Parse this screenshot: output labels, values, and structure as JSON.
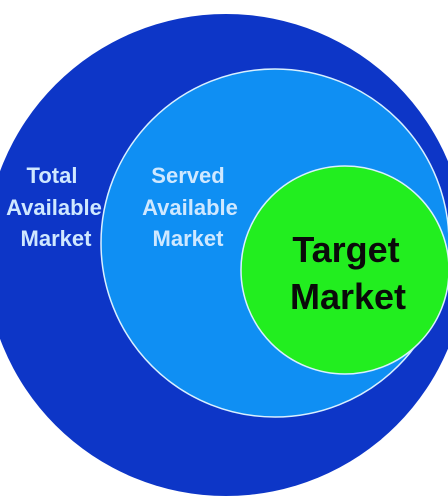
{
  "diagram": {
    "colors": {
      "background": "#ffffff",
      "total": "#0d36c7",
      "served": "#0f8ff3",
      "target": "#22ee1f",
      "outline": "#d9f0ff",
      "label_light": "#cfe8ff",
      "label_target": "#0a0a0a"
    },
    "total": {
      "line1": "Total",
      "line2": "Available",
      "line3": "Market"
    },
    "served": {
      "line1": "Served",
      "line2": "Available",
      "line3": "Market"
    },
    "target": {
      "line1": "Target",
      "line2": "Market"
    }
  }
}
